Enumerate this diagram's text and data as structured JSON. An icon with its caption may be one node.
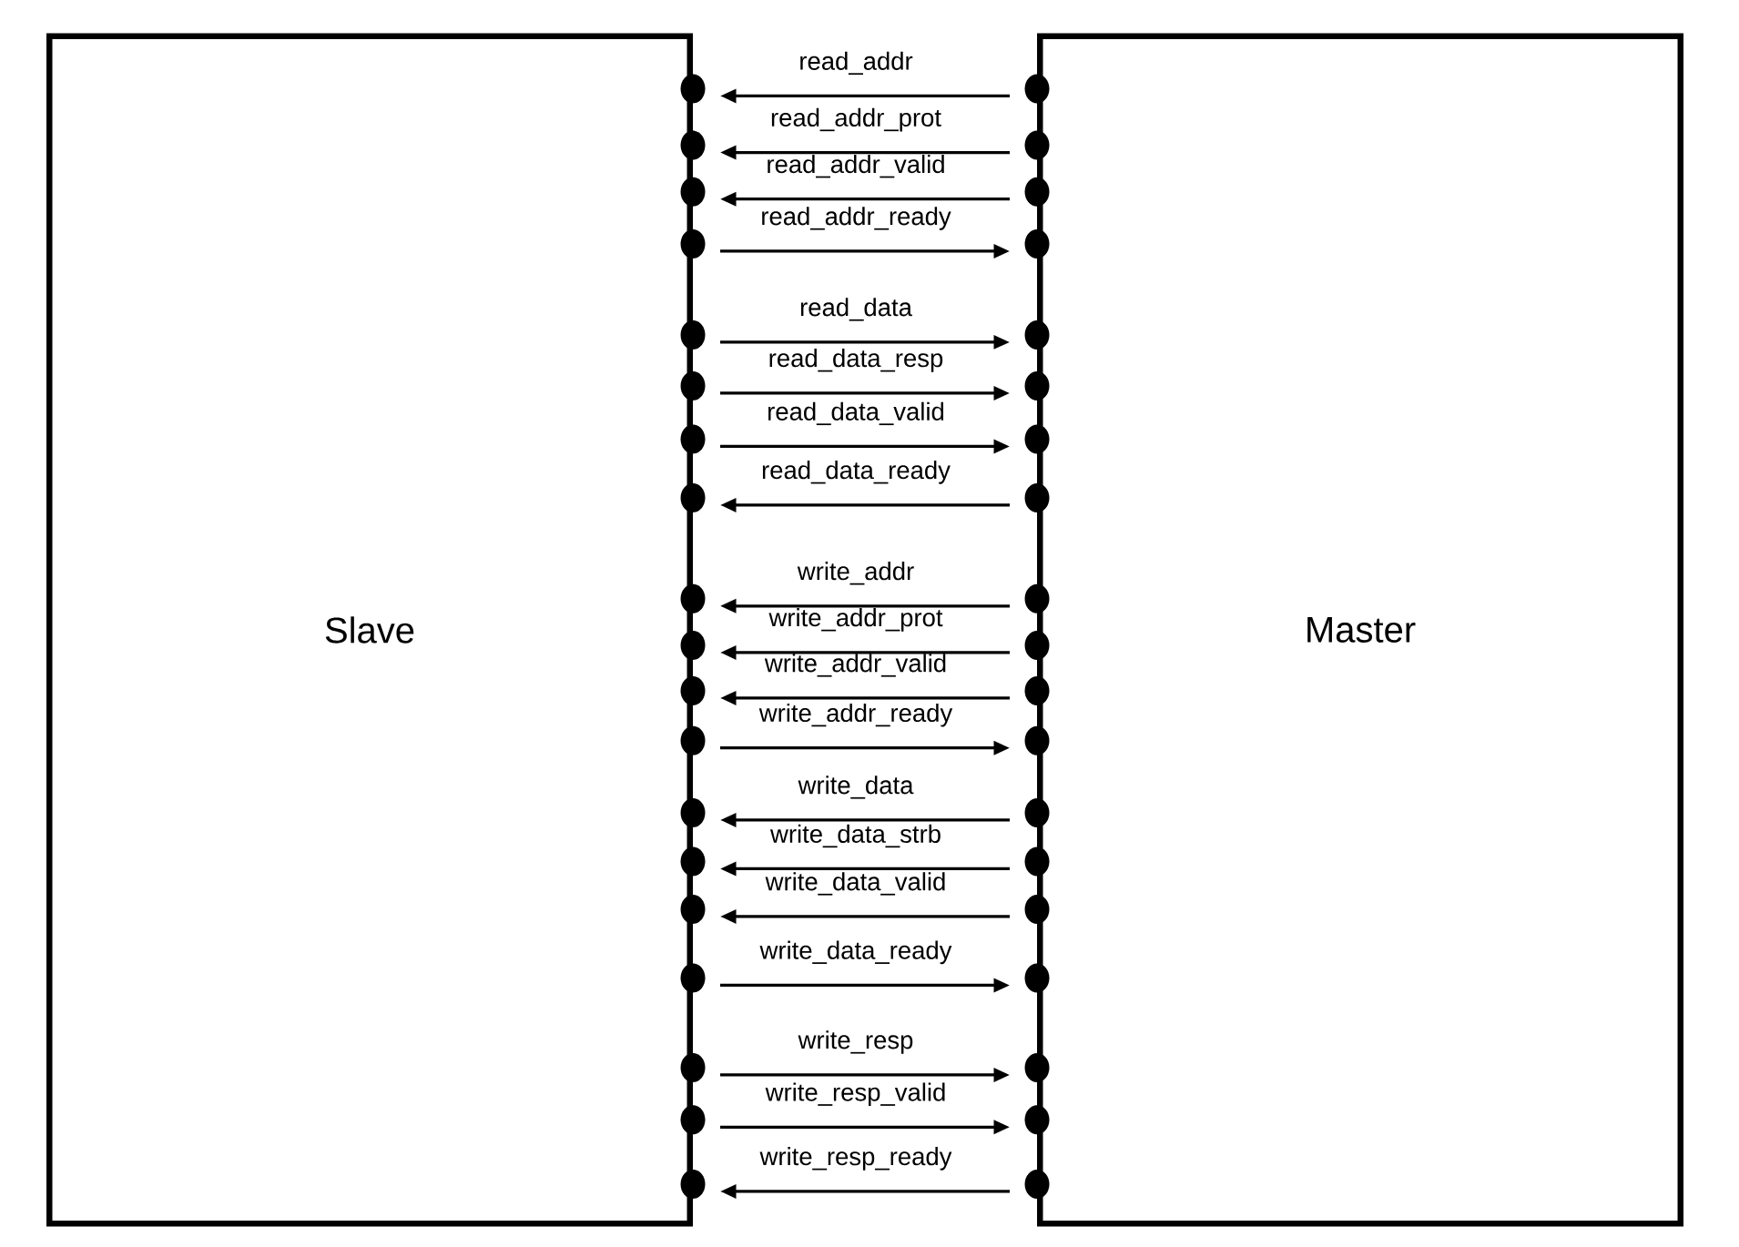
{
  "diagram": {
    "nodes": [
      {
        "text": [
          "Slave"
        ]
      },
      {
        "text": [
          "Master"
        ]
      }
    ],
    "edges": [
      {
        "from": 1,
        "to": 0,
        "arrow": "to",
        "label": "read_addr"
      },
      {
        "from": 1,
        "to": 0,
        "arrow": "to",
        "label": "read_addr_prot"
      },
      {
        "from": 1,
        "to": 0,
        "arrow": "to",
        "label": "read_addr_valid"
      },
      {
        "from": 0,
        "to": 1,
        "arrow": "to",
        "label": "read_addr_ready"
      },
      {
        "from": 0,
        "to": 1,
        "arrow": "to",
        "label": "read_data"
      },
      {
        "from": 0,
        "to": 1,
        "arrow": "to",
        "label": "read_data_resp"
      },
      {
        "from": 0,
        "to": 1,
        "arrow": "to",
        "label": "read_data_valid"
      },
      {
        "from": 1,
        "to": 0,
        "arrow": "to",
        "label": "read_data_ready"
      },
      {
        "from": 1,
        "to": 0,
        "arrow": "to",
        "label": "write_addr"
      },
      {
        "from": 1,
        "to": 0,
        "arrow": "to",
        "label": "write_addr_prot"
      },
      {
        "from": 1,
        "to": 0,
        "arrow": "to",
        "label": "write_addr_valid"
      },
      {
        "from": 0,
        "to": 1,
        "arrow": "to",
        "label": "write_addr_ready"
      },
      {
        "from": 1,
        "to": 0,
        "arrow": "to",
        "label": "write_data"
      },
      {
        "from": 1,
        "to": 0,
        "arrow": "to",
        "label": "write_data_strb"
      },
      {
        "from": 1,
        "to": 0,
        "arrow": "to",
        "label": "write_data_valid"
      },
      {
        "from": 0,
        "to": 1,
        "arrow": "to",
        "label": "write_data_ready"
      },
      {
        "from": 0,
        "to": 1,
        "arrow": "to",
        "label": "write_resp"
      },
      {
        "from": 0,
        "to": 1,
        "arrow": "to",
        "label": "write_resp_valid"
      },
      {
        "from": 1,
        "to": 0,
        "arrow": "to",
        "label": "write_resp_ready"
      }
    ]
  }
}
